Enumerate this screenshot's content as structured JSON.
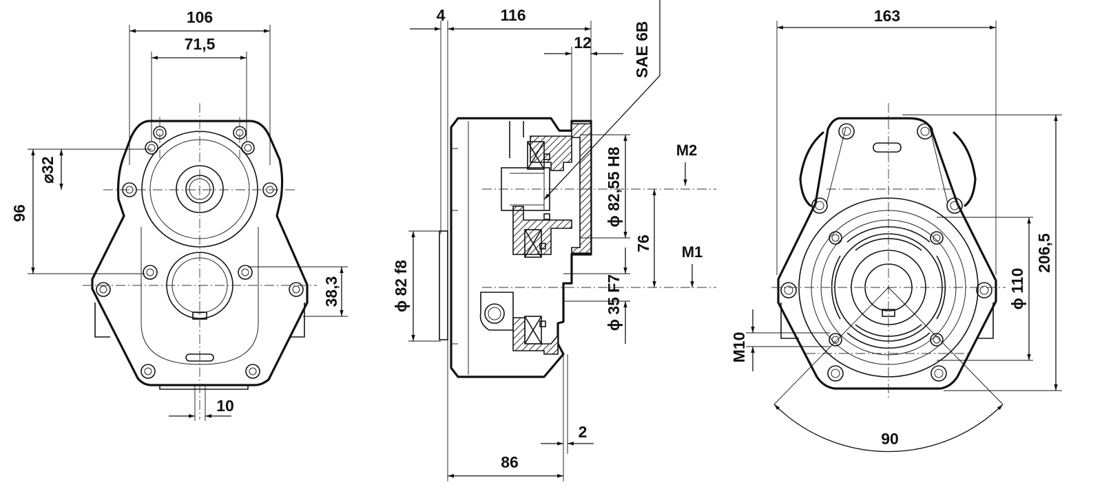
{
  "dimensions": {
    "front": {
      "width_outer": "106",
      "width_holes": "71,5",
      "bore_dia": "⌀32",
      "height_axes": "96",
      "offset_lower": "38,3",
      "slot_width": "10"
    },
    "side": {
      "flange_thk": "4",
      "length_total": "116",
      "pilot_len": "12",
      "mount_std": "SAE 6B",
      "pilot_dia": "ϕ 82,55 H8",
      "axis_dist": "76",
      "spigot_dia": "ϕ 82 f8",
      "shaft_dia": "ϕ 35 F7",
      "port_upper": "M2",
      "port_lower": "M1",
      "gap": "2",
      "length_body": "86"
    },
    "rear": {
      "width_outer": "163",
      "height_outer": "206,5",
      "bolt_circle": "ϕ 110",
      "thread": "M10",
      "angle": "90"
    }
  }
}
